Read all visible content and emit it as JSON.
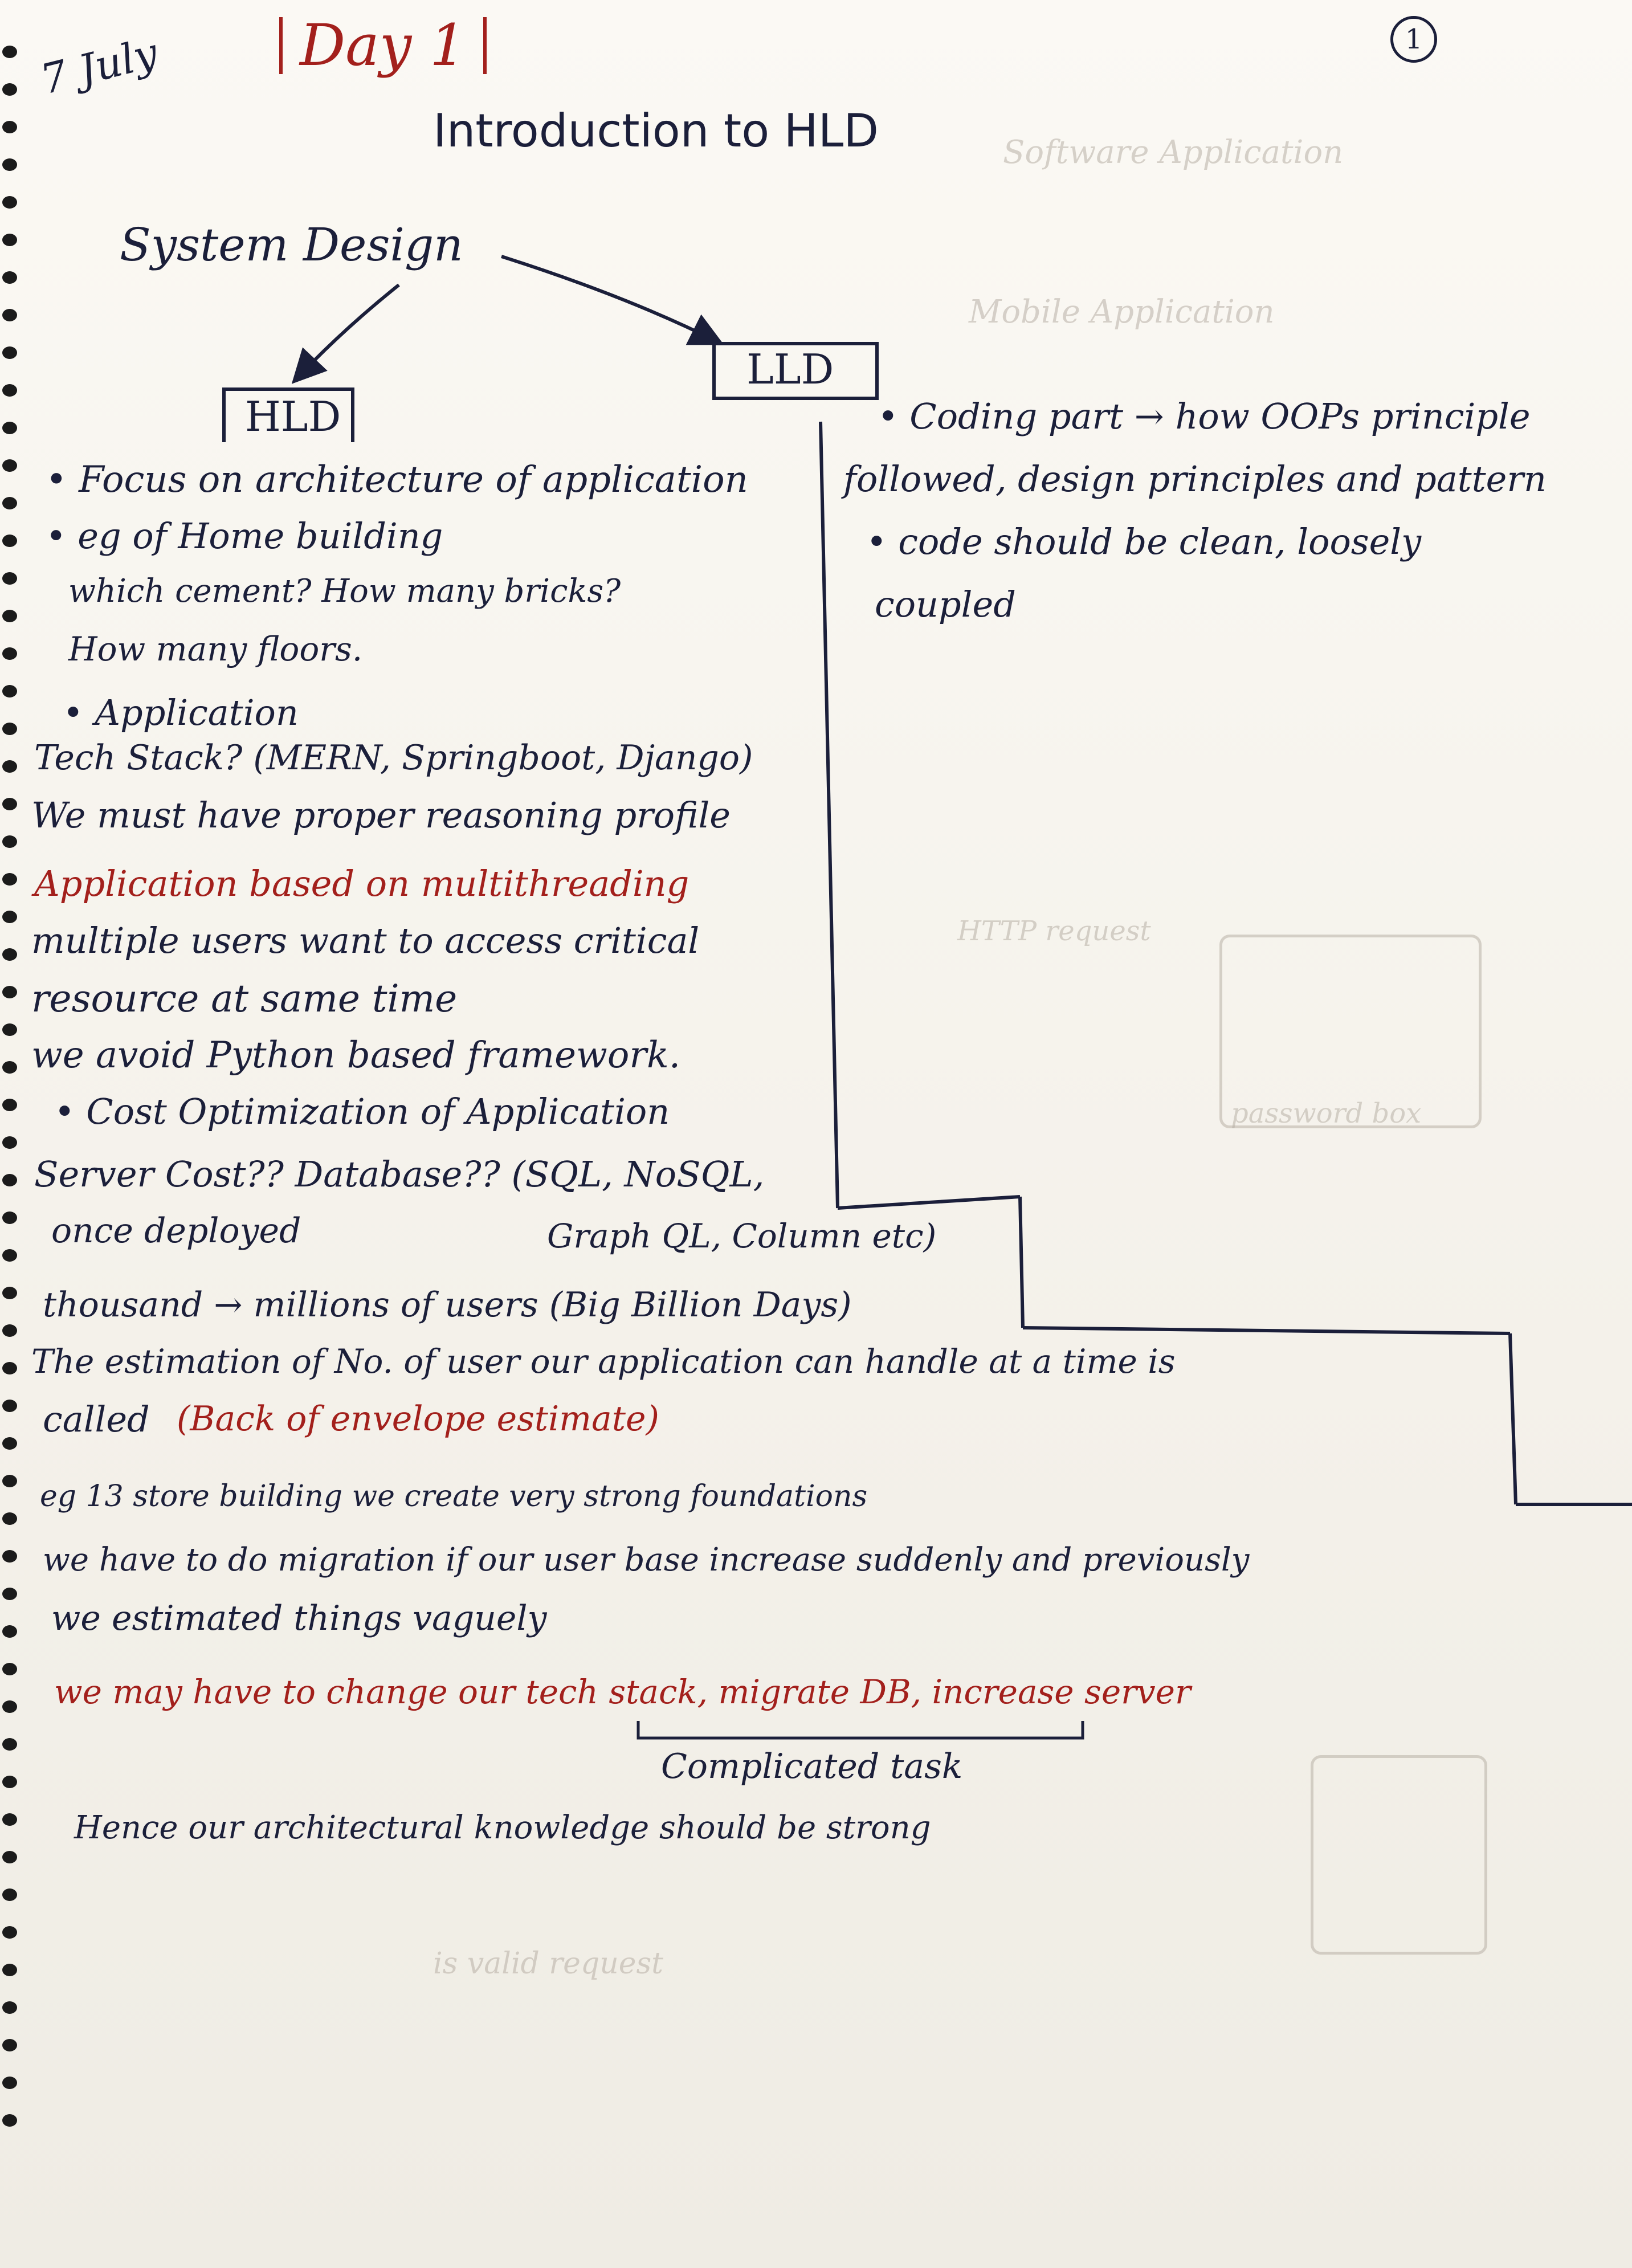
{
  "page_number": "1",
  "date": "7 July",
  "day": "Day 1",
  "title": "Introduction to HLD",
  "system_design": "System Design",
  "hld": "HLD",
  "lld": "LLD",
  "lld_notes": [
    "• Coding part → how OOPs principle",
    "followed, design principles and pattern",
    "• code should be clean, loosely",
    "coupled"
  ],
  "hld_notes": [
    {
      "text": "• Focus on architecture of application",
      "color": "ink"
    },
    {
      "text": "• eg of Home building",
      "color": "ink"
    },
    {
      "text": "which cement? How many bricks?",
      "color": "ink"
    },
    {
      "text": "How many floors.",
      "color": "ink"
    },
    {
      "text": "• Application",
      "color": "ink"
    },
    {
      "text": "Tech Stack? (MERN, Springboot, Django)",
      "color": "ink"
    },
    {
      "text": "We must have proper reasoning profile",
      "color": "ink"
    },
    {
      "text": "Application based on multithreading",
      "color": "red"
    },
    {
      "text": "multiple users want to access critical",
      "color": "ink"
    },
    {
      "text": "resource at same time",
      "color": "ink"
    },
    {
      "text": "we avoid Python based framework.",
      "color": "ink"
    },
    {
      "text": "• Cost Optimization of Application",
      "color": "ink"
    },
    {
      "text": "Server Cost?? Database?? (SQL, NoSQL,",
      "color": "ink"
    },
    {
      "text": "once deployed",
      "color": "ink"
    },
    {
      "text": "Graph QL, Column etc)",
      "color": "ink"
    }
  ],
  "bottom_notes": [
    {
      "text": "thousand → millions of users (Big Billion Days)",
      "color": "ink"
    },
    {
      "text": "The estimation of No. of user our application can handle at a time is",
      "color": "ink"
    },
    {
      "text": "called",
      "color": "ink"
    },
    {
      "text": "(Back of envelope estimate)",
      "color": "red"
    },
    {
      "text": "eg 13 store building we create very strong foundations",
      "color": "ink"
    },
    {
      "text": "we have to do migration if our user base increase suddenly and previously",
      "color": "ink"
    },
    {
      "text": "we estimated things vaguely",
      "color": "ink"
    },
    {
      "text": "we may have to change our tech stack, migrate DB, increase server",
      "color": "red"
    },
    {
      "text": "Complicated task",
      "color": "ink"
    },
    {
      "text": "Hence our architectural knowledge should be strong",
      "color": "ink"
    }
  ]
}
